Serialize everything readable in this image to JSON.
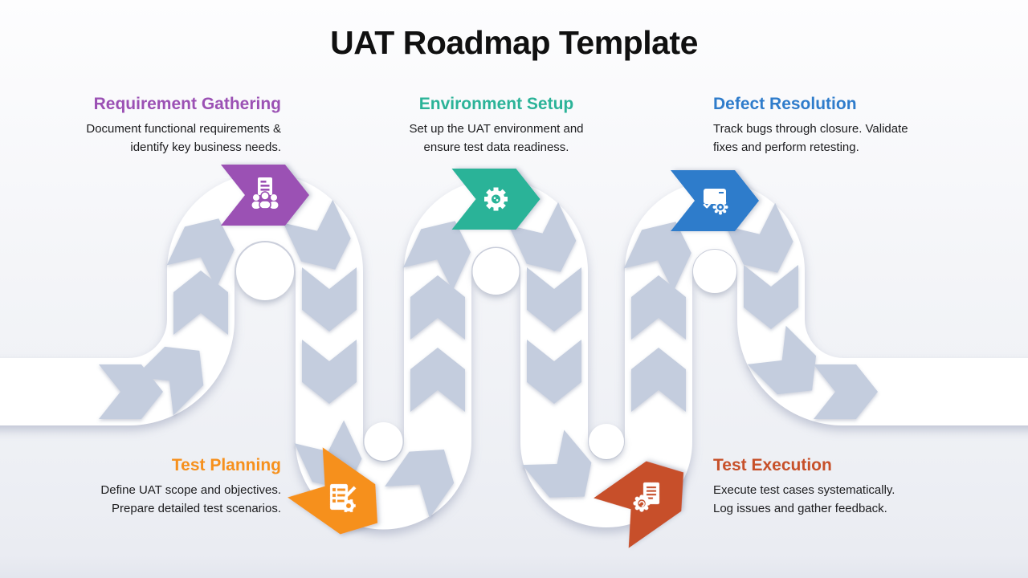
{
  "title": "UAT Roadmap Template",
  "stages": [
    {
      "id": "requirement-gathering",
      "title": "Requirement Gathering",
      "desc_lines": [
        "Document functional requirements &",
        "identify key business needs."
      ],
      "color": "#9b51b4",
      "icon": "people-document-icon"
    },
    {
      "id": "test-planning",
      "title": "Test Planning",
      "desc_lines": [
        "Define UAT scope and objectives.",
        "Prepare detailed test scenarios."
      ],
      "color": "#f6901c",
      "icon": "checklist-pencil-icon"
    },
    {
      "id": "environment-setup",
      "title": "Environment Setup",
      "desc_lines": [
        "Set up the UAT environment and",
        "ensure test data readiness."
      ],
      "color": "#2bb398",
      "icon": "gear-icon"
    },
    {
      "id": "test-execution",
      "title": "Test Execution",
      "desc_lines": [
        "Execute test cases systematically.",
        "Log issues and gather feedback."
      ],
      "color": "#c75029",
      "icon": "document-seal-icon"
    },
    {
      "id": "defect-resolution",
      "title": "Defect Resolution",
      "desc_lines": [
        "Track bugs through closure. Validate",
        "fixes and perform retesting."
      ],
      "color": "#2f7ccb",
      "icon": "card-check-icon"
    }
  ],
  "road": {
    "surface_color": "#ffffff",
    "chevron_light": "#c4cdde",
    "chevron_dark": "#53648c"
  }
}
